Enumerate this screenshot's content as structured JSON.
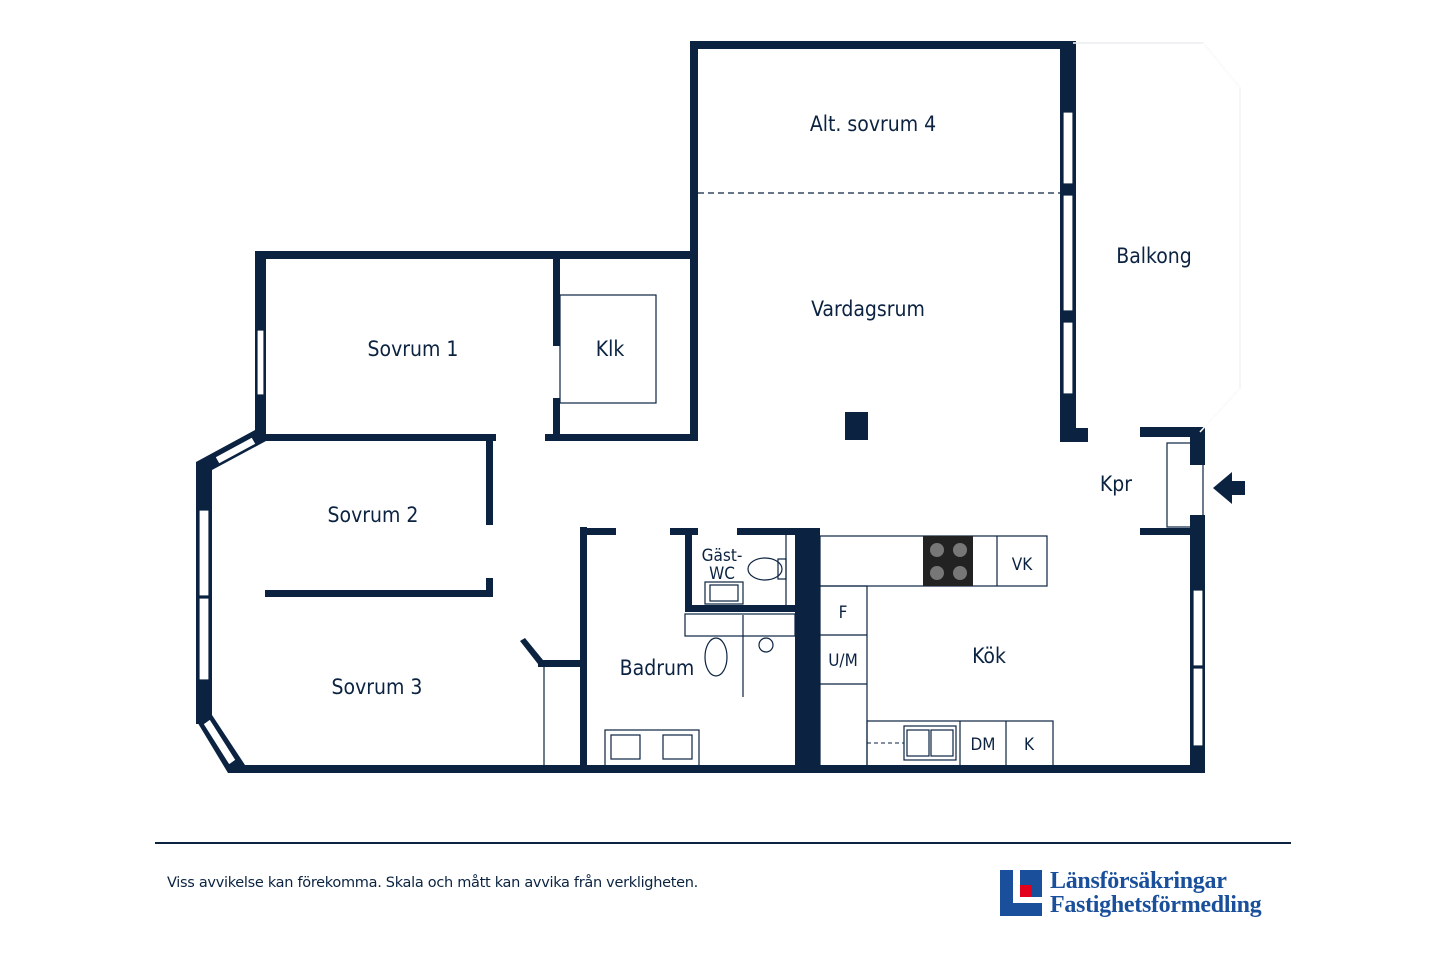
{
  "rooms": {
    "alt_sovrum_4": "Alt. sovrum 4",
    "balkong": "Balkong",
    "vardagsrum": "Vardagsrum",
    "sovrum_1": "Sovrum 1",
    "klk": "Klk",
    "sovrum_2": "Sovrum 2",
    "sovrum_3": "Sovrum 3",
    "kpr": "Kpr",
    "gast_wc_line1": "Gäst-",
    "gast_wc_line2": "WC",
    "badrum": "Badrum",
    "kok": "Kök"
  },
  "fixtures": {
    "vk": "VK",
    "f": "F",
    "um": "U/M",
    "dm": "DM",
    "k": "K"
  },
  "footer": {
    "disclaimer": "Viss avvikelse kan förekomma. Skala och mått kan avvika från verkligheten.",
    "brand_line1": "Länsförsäkringar",
    "brand_line2": "Fastighetsförmedling"
  },
  "colors": {
    "wall": "#0b2341",
    "brand_blue": "#1a4f9c",
    "brand_red": "#e3001b"
  }
}
